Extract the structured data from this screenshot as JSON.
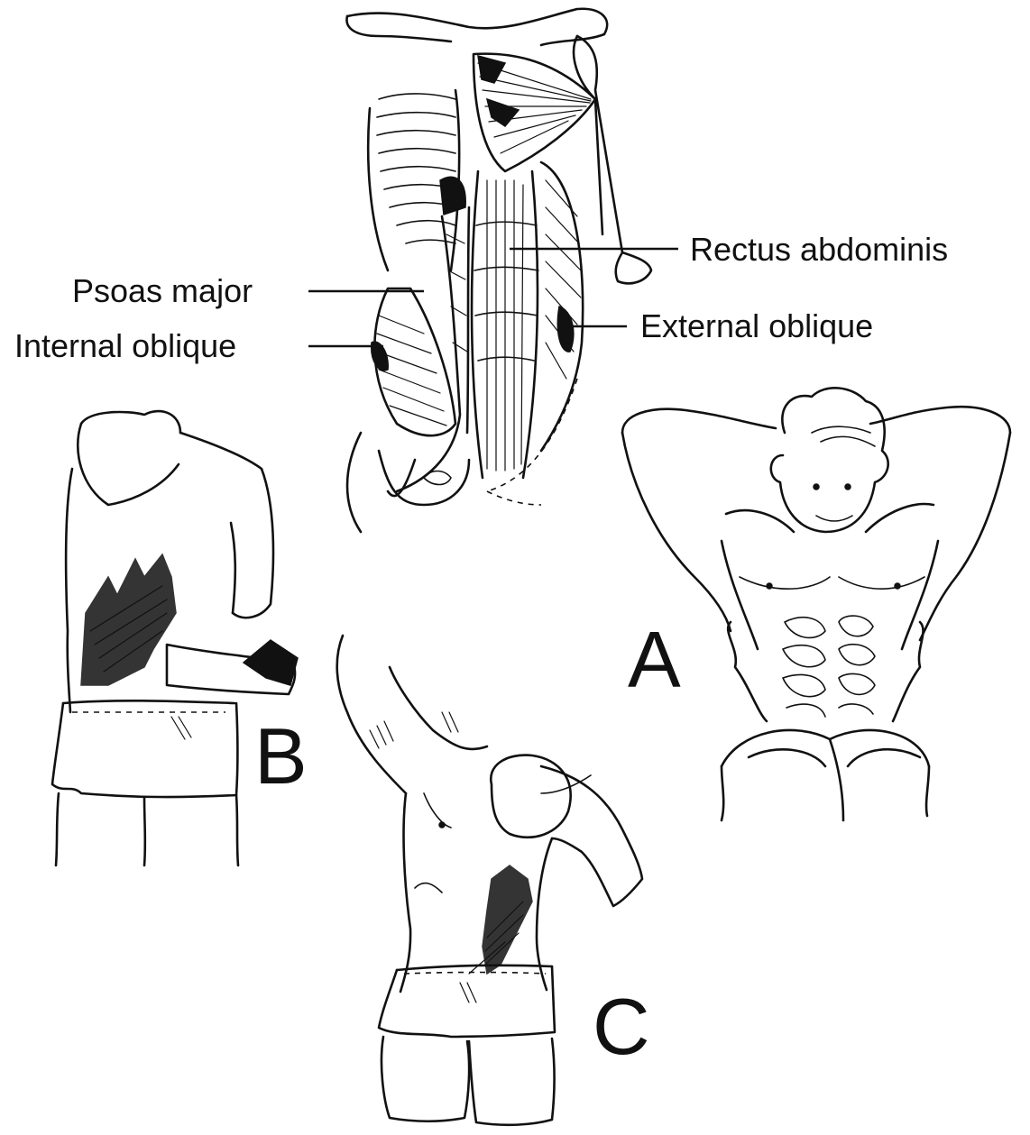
{
  "labels": {
    "rectus_abdominis": "Rectus abdominis",
    "psoas_major": "Psoas major",
    "internal_oblique": "Internal oblique",
    "external_oblique": "External oblique"
  },
  "panels": {
    "a": "A",
    "b": "B",
    "c": "C"
  }
}
